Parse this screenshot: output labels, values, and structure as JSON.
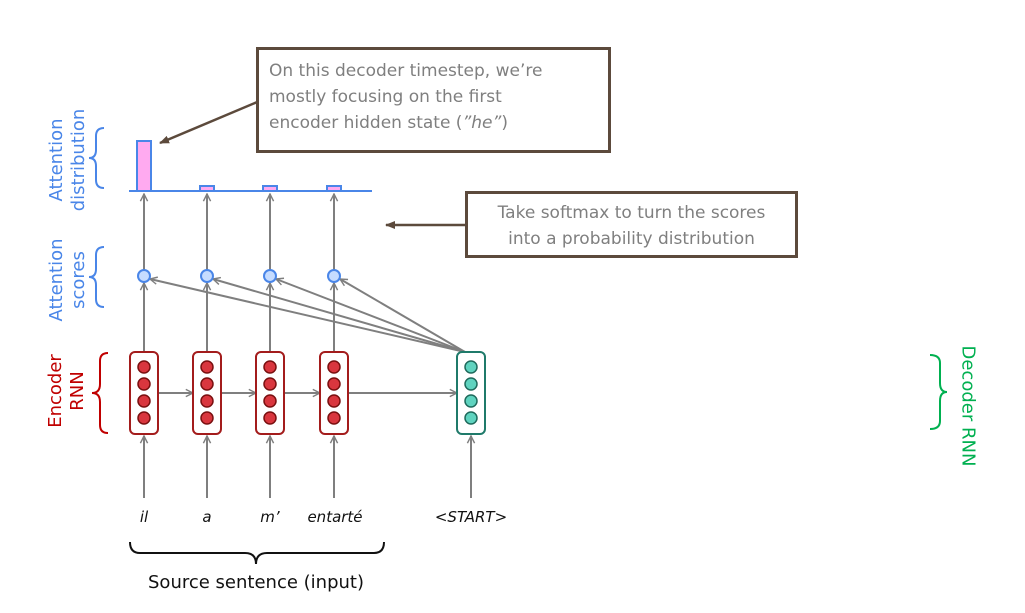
{
  "colors": {
    "attention": "#4a86e8",
    "encoder": "#c00000",
    "decoder": "#00b050",
    "callout_border": "#5c4a3c",
    "callout_text": "#7f7f7f",
    "bar_fill": "#ffaaf0",
    "score_fill": "#c6dcff",
    "encoder_node": "#d9363e",
    "encoder_box": "#a31c1c",
    "decoder_node": "#5fd3bf",
    "decoder_box": "#1f7a6a",
    "arrow": "#7f7f7f"
  },
  "labels": {
    "attention_distribution_line1": "Attention",
    "attention_distribution_line2": "distribution",
    "attention_scores_line1": "Attention",
    "attention_scores_line2": "scores",
    "encoder_rnn_line1": "Encoder",
    "encoder_rnn_line2": "RNN",
    "decoder_rnn": "Decoder RNN",
    "source_sentence": "Source sentence (input)"
  },
  "callouts": {
    "focus": {
      "line1": "On this decoder timestep, we’re",
      "line2": "mostly focusing on the first",
      "line3_pre": "encoder hidden state (",
      "line3_em": "”he”",
      "line3_post": ")"
    },
    "softmax": {
      "line1": "Take softmax to turn the scores",
      "line2": "into a probability distribution"
    }
  },
  "source_words": [
    "il",
    "a",
    "m’",
    "entarté"
  ],
  "decoder_input": "<START>",
  "attention_weights": [
    0.88,
    0.04,
    0.04,
    0.04
  ]
}
